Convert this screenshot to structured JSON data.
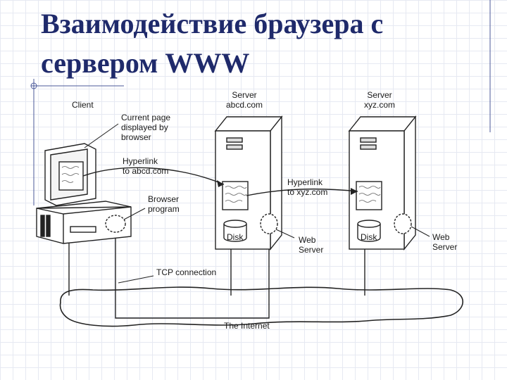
{
  "title": {
    "line1": "Взаимодействие браузера с",
    "line2": "сервером WWW"
  },
  "diagram": {
    "client_label": "Client",
    "current_page_label": "Current page\ndisplayed by\nbrowser",
    "hyperlink_abcd_label": "Hyperlink\nto abcd.com",
    "browser_program_label": "Browser\nprogram",
    "tcp_label": "TCP connection",
    "internet_label": "The Internet",
    "server1_label": "Server\nabcd.com",
    "server2_label": "Server\nxyz.com",
    "hyperlink_xyz_label": "Hyperlink\nto xyz.com",
    "disk1_label": "Disk",
    "disk2_label": "Disk",
    "web_server1_label": "Web\nServer",
    "web_server2_label": "Web\nServer"
  }
}
